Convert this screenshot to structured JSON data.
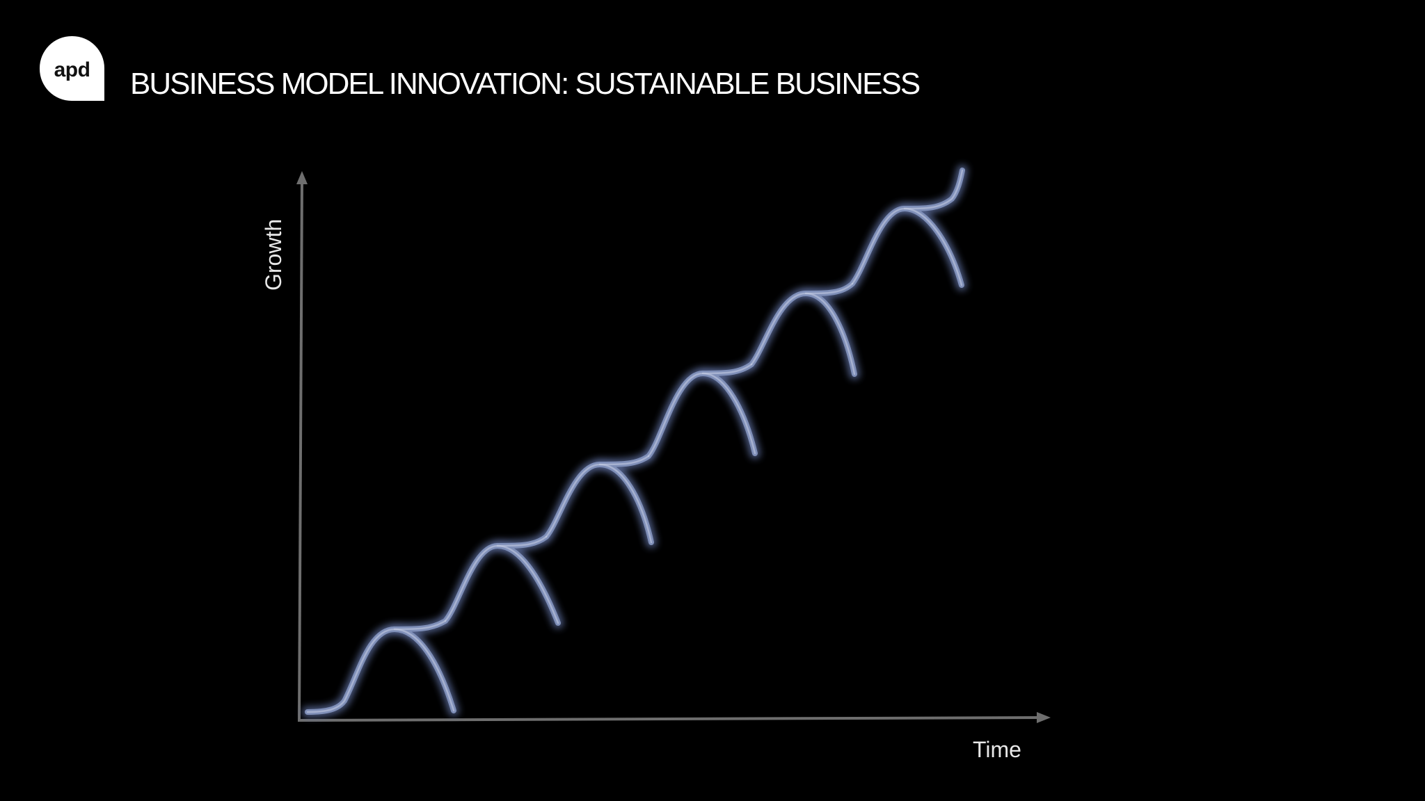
{
  "logo": {
    "text": "apd"
  },
  "title": "BUSINESS MODEL INNOVATION: SUSTAINABLE BUSINESS",
  "diagram": {
    "y_axis_label": "Growth",
    "x_axis_label": "Time",
    "curve_count": 6,
    "colors": {
      "axis": "#6e6e6e",
      "curve_glow": "#5a6a9a",
      "curve_core": "#c8d0e6",
      "curve_main": "#7f8fb8",
      "label": "#e8e8e8",
      "background": "#000000"
    }
  }
}
